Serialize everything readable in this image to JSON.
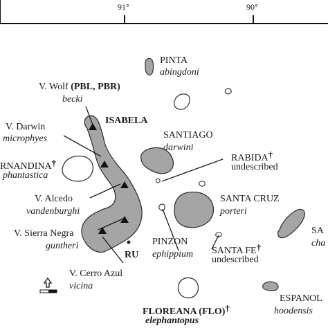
{
  "graticule": {
    "lon_91": "91°",
    "lon_90": "90°"
  },
  "colors": {
    "land_shaded": "#a5a5a5",
    "land_outline": "#333333",
    "background": "#ffffff"
  },
  "volcanoes": [
    {
      "name": "V. Wolf",
      "codes": "(PBL, PBR)",
      "taxon": "becki"
    },
    {
      "name": "V. Darwin",
      "taxon": "microphyes"
    },
    {
      "name": "V. Alcedo",
      "taxon": "vandenburghi"
    },
    {
      "name": "V. Sierra Negra",
      "taxon": "guntheri"
    },
    {
      "name": "V. Cerro Azul",
      "taxon": "vicina"
    }
  ],
  "islands": {
    "isabela": "ISABELA",
    "fernandina": {
      "name": "RNANDINA",
      "dagger": "†",
      "taxon": "phantastica"
    },
    "pinta": {
      "name": "PINTA",
      "taxon": "abingdoni"
    },
    "santiago": {
      "name": "SANTIAGO",
      "taxon": "darwini"
    },
    "rabida": {
      "name": "RABIDA",
      "dagger": "†",
      "taxon": "undescribed"
    },
    "santa_cruz": {
      "name": "SANTA CRUZ",
      "taxon": "porteri"
    },
    "pinzon": {
      "name": "PINZON",
      "taxon": "ephippium"
    },
    "santa_fe": {
      "name": "SANTA FE",
      "dagger": "†",
      "taxon": "undescribed"
    },
    "san_cristobal": {
      "name": "SA",
      "taxon": "cha"
    },
    "floreana": {
      "name": "FLOREANA (FLO)",
      "dagger": "†",
      "taxon": "elephantopus"
    },
    "espanola": {
      "name": "ESPANOL",
      "taxon": "hoodensis"
    }
  },
  "ru_label": "RU",
  "north_arrow": {
    "icon": "north-arrow-icon"
  }
}
